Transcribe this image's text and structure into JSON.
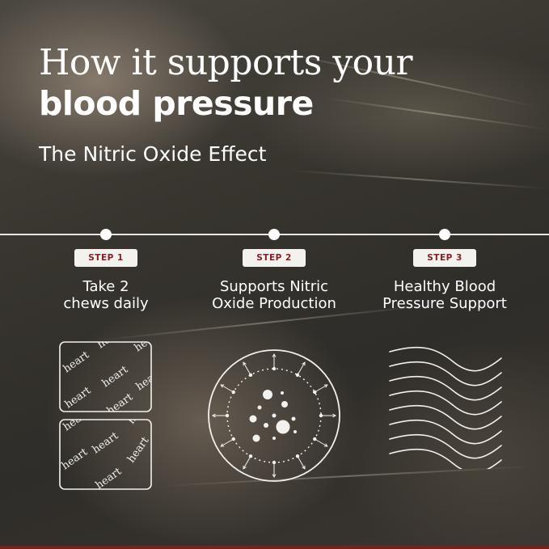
{
  "headline": {
    "line1": "How it supports your",
    "line2": "blood pressure"
  },
  "subtitle": "The Nitric Oxide Effect",
  "steps": [
    {
      "badge": "STEP 1",
      "line1": "Take 2",
      "line2": "chews daily"
    },
    {
      "badge": "STEP 2",
      "line1": "Supports Nitric",
      "line2": "Oxide Production"
    },
    {
      "badge": "STEP 3",
      "line1": "Healthy Blood",
      "line2": "Pressure Support"
    }
  ],
  "chew": {
    "logo_text": "heart"
  },
  "colors": {
    "accent": "#8a1f22",
    "text": "#ffffff",
    "badge_bg": "#f4f2ef"
  }
}
